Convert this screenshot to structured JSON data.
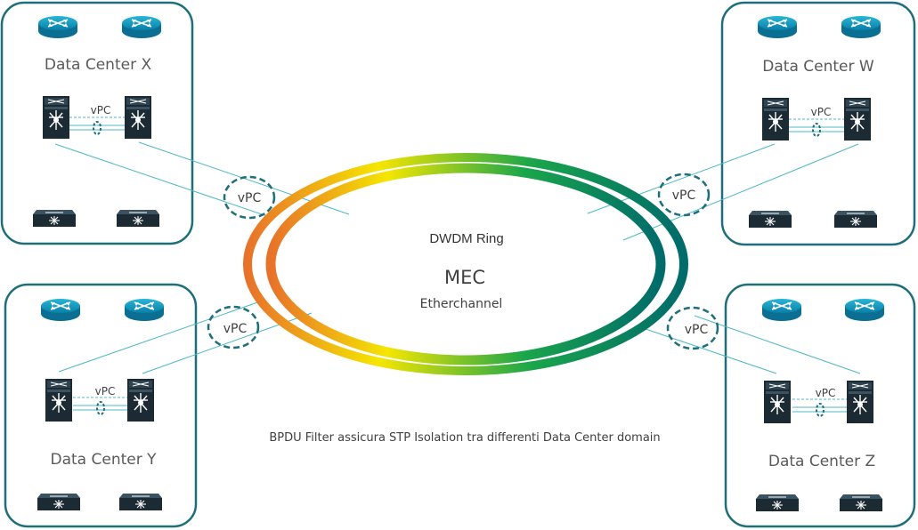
{
  "ring": {
    "title": "DWDM Ring",
    "center_label": "MEC",
    "sub_label": "Etherchannel",
    "gradient_colors": [
      "#e8722a",
      "#f5e600",
      "#1aa64a",
      "#006b6b"
    ]
  },
  "vpc_text": "vPC",
  "note": "BPDU Filter assicura STP Isolation tra differenti Data Center domain",
  "colors": {
    "frame": "#1f6f7a",
    "link": "#4cb8c4",
    "device": "#1c2a33"
  },
  "data_centers": [
    {
      "id": "x",
      "name": "Data Center X"
    },
    {
      "id": "w",
      "name": "Data Center W"
    },
    {
      "id": "y",
      "name": "Data Center Y"
    },
    {
      "id": "z",
      "name": "Data Center Z"
    }
  ]
}
